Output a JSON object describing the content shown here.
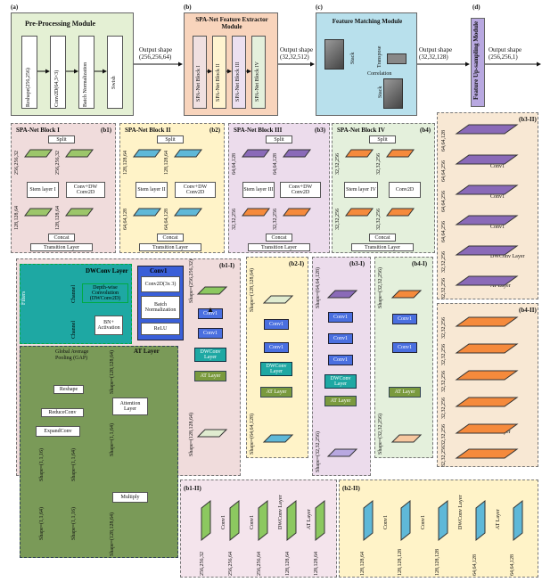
{
  "tags": {
    "a": "(a)",
    "b": "(b)",
    "c": "(c)",
    "d": "(d)",
    "b1": "(b1)",
    "b2": "(b2)",
    "b3": "(b3)",
    "b4": "(b4)",
    "b1i": "(b1-I)",
    "b2i": "(b2-I)",
    "b3i": "(b3-I)",
    "b4i": "(b4-I)",
    "b1ii": "(b1-II)",
    "b2ii": "(b2-II)",
    "b3ii": "(b3-II)",
    "b4ii": "(b4-II)"
  },
  "preproc": {
    "title": "Pre-Processing Module",
    "steps": [
      "Reshape(256,256)",
      "Conv2D(64,3×3)",
      "Batch Normalization",
      "Swish"
    ]
  },
  "out1": "Output shape (256,256,64)",
  "spanet": {
    "title": "SPA-Net Feature Extractor Module",
    "blocks": [
      "SPA-Net Block I",
      "SPA-Net Block II",
      "SPA-Net Block III",
      "SPA-Net Block IV"
    ]
  },
  "out2": "Output shape (32,32,512)",
  "fm": {
    "title": "Feature Matching Module",
    "stack1": "Stack",
    "stack2": "Stack",
    "transpose": "Transpose",
    "correlation": "Correlation"
  },
  "out3": "Output shape (32,32,128)",
  "upsample": "Feature Up-sampling Module",
  "out4": "Output shape (256,256,1)",
  "blocks": [
    {
      "title": "SPA-Net Block I",
      "split": "Split",
      "in1": "256,256,32",
      "in2": "256,256,32",
      "stem": "Stem layer I",
      "conv": "Conv+DW Conv2D",
      "o1": "128,128,64",
      "o2": "128,128,64",
      "concat": "Concat",
      "trans": "Transition Layer"
    },
    {
      "title": "SPA-Net Block II",
      "split": "Split",
      "in1": "128,128,64",
      "in2": "128,128,64",
      "stem": "Stem layer II",
      "conv": "Conv+DW Conv2D",
      "o1": "64,64,128",
      "o2": "64,64,128",
      "concat": "Concat",
      "trans": "Transition Layer"
    },
    {
      "title": "SPA-Net Block III",
      "split": "Split",
      "in1": "64,64,128",
      "in2": "64,64,128",
      "stem": "Stem layer III",
      "conv": "Conv+DW Conv2D",
      "o1": "32,32,256",
      "o2": "32,32,256",
      "concat": "Concat",
      "trans": "Transition Layer"
    },
    {
      "title": "SPA-Net Block IV",
      "split": "Split",
      "in1": "32,32,256",
      "in2": "32,32,256",
      "stem": "Stem layer IV",
      "conv": "Conv2D",
      "o1": "32,32,256",
      "o2": "32,32,256",
      "concat": "Concat",
      "trans": "Transition Layer"
    }
  ],
  "dwconv": {
    "title": "DWConv Layer",
    "depthwise": "Depth-wise Convolution (DWConv2D)",
    "bn": "BN+ Activation",
    "filters": "Filters",
    "channel": "Channel",
    "ch": "Channel"
  },
  "conv1": {
    "title": "Conv1",
    "items": [
      "Conv2D(3x 3)",
      "Batch Normalization",
      "ReLU"
    ]
  },
  "at": {
    "title": "AT Layer",
    "gap": "Global Average Pooling (GAP)",
    "reshape": "Reshape",
    "reduce": "ReduceConv",
    "expand": "ExpandConv",
    "attention": "Attention Layer",
    "multiply": "Multiply",
    "s1": "Shape=(128,128,64)",
    "s2": "Shape=(1,1,64)",
    "s3": "Shape=(1,1,16)",
    "s4": "Shape=(1,1,64)",
    "s5": "Shape=(1,1,64)",
    "s6": "Shape=(1,1,16)",
    "s7": "Shape=(128,128,64)"
  },
  "b1i": {
    "in": "Shape=(256,256,32)",
    "layers": [
      "Conv1",
      "Conv1",
      "DWConv Layer",
      "AT Layer"
    ],
    "out": "Shape=(128,128,64)"
  },
  "b2i": {
    "in": "Shape=(128,128,64)",
    "layers": [
      "Conv1",
      "Conv1",
      "DWConv Layer",
      "AT Layer"
    ],
    "out": "Shape=(64,64,128)"
  },
  "b3i": {
    "in": "Shape=(64,64,128)",
    "layers": [
      "Conv1",
      "Conv1",
      "Conv1",
      "DWConv Layer",
      "AT Layer"
    ],
    "out": "Shape=(32,32,256)"
  },
  "b4i": {
    "in": "Shape=(32,32,256)",
    "layers": [
      "Conv1",
      "Conv1",
      "AT Layer"
    ],
    "out": "Shape=(32,32,256)"
  },
  "b3ii": {
    "shapes": [
      "64,64,128",
      "64,64,256",
      "64,64,256",
      "64,64,256",
      "32,32,256",
      "32,32,256"
    ],
    "ops": [
      "Conv1",
      "Conv1",
      "Conv1",
      "DWConv Layer",
      "AT Layer"
    ]
  },
  "b4ii": {
    "shapes": [
      "32,32,256",
      "32,32,256",
      "32,32,256",
      "32,32,256",
      "32,32,256",
      "32,32,256"
    ],
    "ops": [
      "Conv1",
      "Conv1",
      "Conv1",
      "AT Layer"
    ]
  },
  "b1ii": {
    "shapes": [
      "256,256,32",
      "256,256,64",
      "256,256,64",
      "128,128,64",
      "128,128,64"
    ],
    "ops": [
      "Conv1",
      "Conv1",
      "DWConv Layer",
      "AT Layer"
    ]
  },
  "b2ii": {
    "shapes": [
      "128,128,64",
      "128,128,128",
      "128,128,128",
      "64,64,128",
      "64,64,128"
    ],
    "ops": [
      "Conv1",
      "Conv1",
      "DWConv Layer",
      "AT Layer"
    ]
  },
  "colors": {
    "green": "#c8e0a0",
    "greenbg": "#f3e3e3",
    "yellow": "#fff3c8",
    "purple": "#8a6ab8",
    "orange": "#f58a3c",
    "blue": "#5fb8d8",
    "teal": "#1ea8a3",
    "olive": "#6b8a3a"
  }
}
